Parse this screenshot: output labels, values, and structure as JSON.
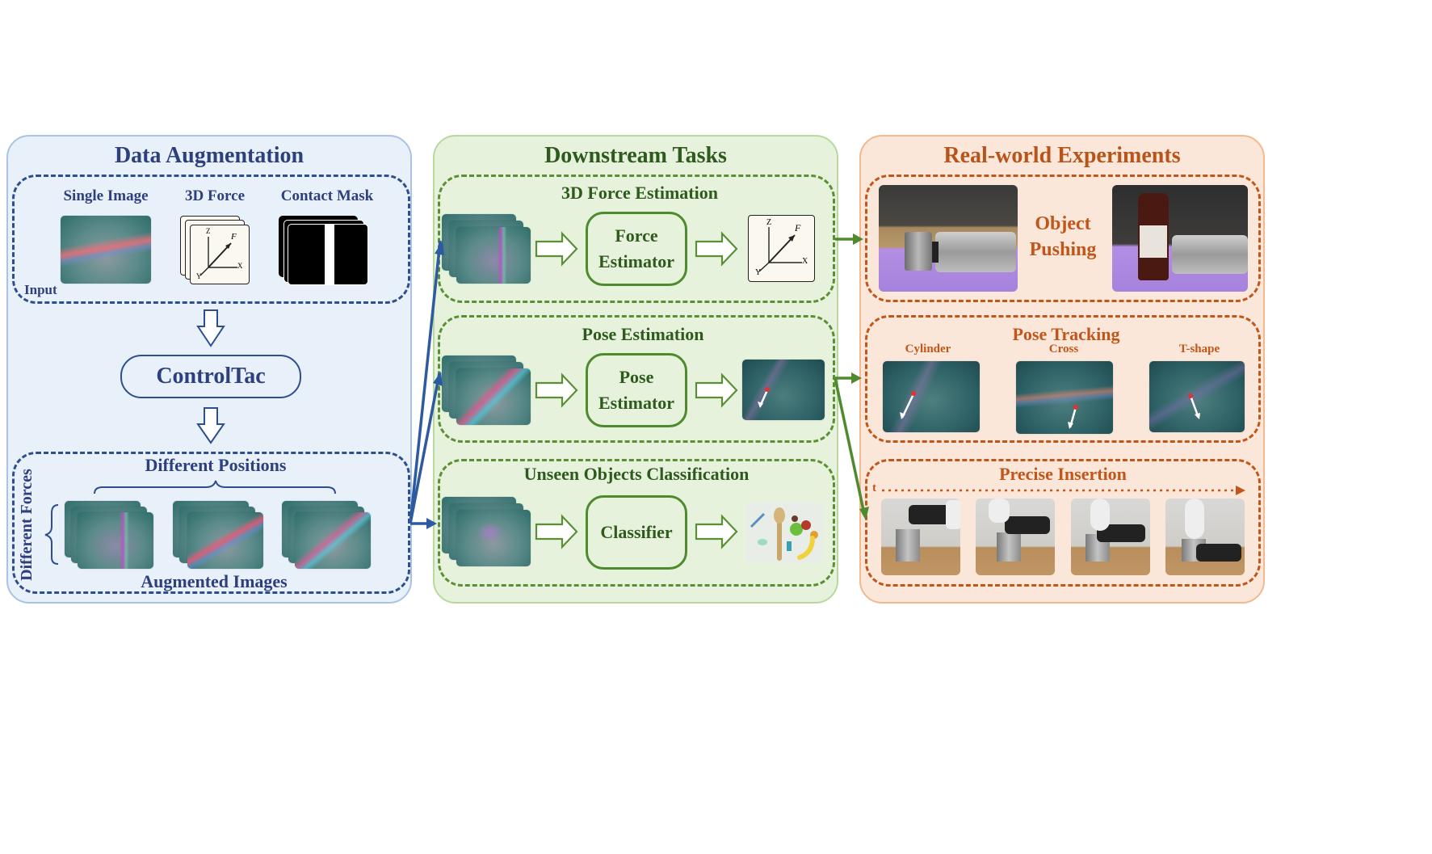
{
  "panels": {
    "left": {
      "title": "Data Augmentation",
      "input_section": {
        "label": "Input",
        "items": [
          "Single Image",
          "3D Force",
          "Contact Mask"
        ]
      },
      "model_label": "ControlTac",
      "output_section": {
        "top_label": "Different Positions",
        "side_label": "Different Forces",
        "bottom_label": "Augmented Images"
      }
    },
    "middle": {
      "title": "Downstream Tasks",
      "tasks": [
        {
          "title": "3D Force Estimation",
          "model": "Force Estimator"
        },
        {
          "title": "Pose Estimation",
          "model": "Pose Estimator"
        },
        {
          "title": "Unseen Objects Classification",
          "model": "Classifier"
        }
      ]
    },
    "right": {
      "title": "Real-world Experiments",
      "pushing": {
        "label_line1": "Object",
        "label_line2": "Pushing"
      },
      "tracking": {
        "title": "Pose Tracking",
        "items": [
          "Cylinder",
          "Cross",
          "T-shape"
        ]
      },
      "insertion": {
        "title": "Precise Insertion",
        "time_label": "t"
      }
    }
  },
  "axis_glyphs": {
    "z": "Z",
    "x": "X",
    "y": "Y",
    "f": "F"
  },
  "colors": {
    "blue_border": "#2d4f8e",
    "blue_fill": "#e8f0fa",
    "green_border": "#5b8f35",
    "green_fill": "#e6f2dc",
    "orange_border": "#c8641e",
    "orange_fill": "#fbe7d9"
  }
}
